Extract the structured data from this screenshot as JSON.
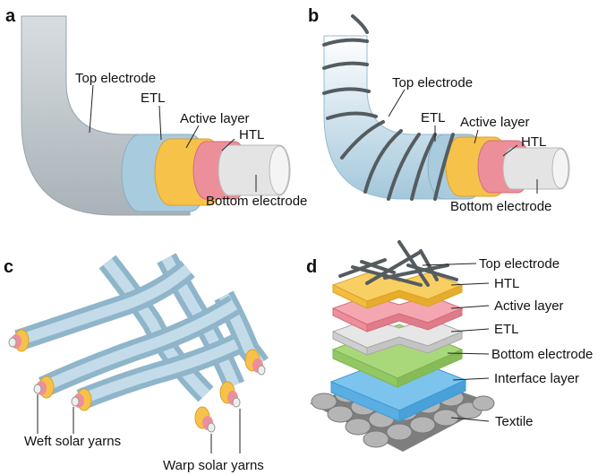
{
  "panels": {
    "a": {
      "letter": "a",
      "labels": {
        "top_electrode": "Top electrode",
        "etl": "ETL",
        "active_layer": "Active layer",
        "htl": "HTL",
        "bottom_electrode": "Bottom electrode"
      }
    },
    "b": {
      "letter": "b",
      "labels": {
        "top_electrode": "Top electrode",
        "etl": "ETL",
        "active_layer": "Active layer",
        "htl": "HTL",
        "bottom_electrode": "Bottom electrode"
      }
    },
    "c": {
      "letter": "c",
      "labels": {
        "weft": "Weft solar yarns",
        "warp": "Warp solar yarns"
      }
    },
    "d": {
      "letter": "d",
      "labels": {
        "top_electrode": "Top electrode",
        "htl": "HTL",
        "active_layer": "Active layer",
        "etl": "ETL",
        "bottom_electrode": "Bottom electrode",
        "interface_layer": "Interface layer",
        "textile": "Textile"
      }
    }
  },
  "colors": {
    "top_electrode": "#b9c2c7",
    "etl": "#a9cbde",
    "active_layer": "#f6c24a",
    "htl": "#ec8f9b",
    "bottom_electrode": "#e4e4e4",
    "wire": "#555c60",
    "bottom_electrode_film": "#a9d87a",
    "interface_layer": "#7cc3ee",
    "textile": "#a7a7a7"
  }
}
